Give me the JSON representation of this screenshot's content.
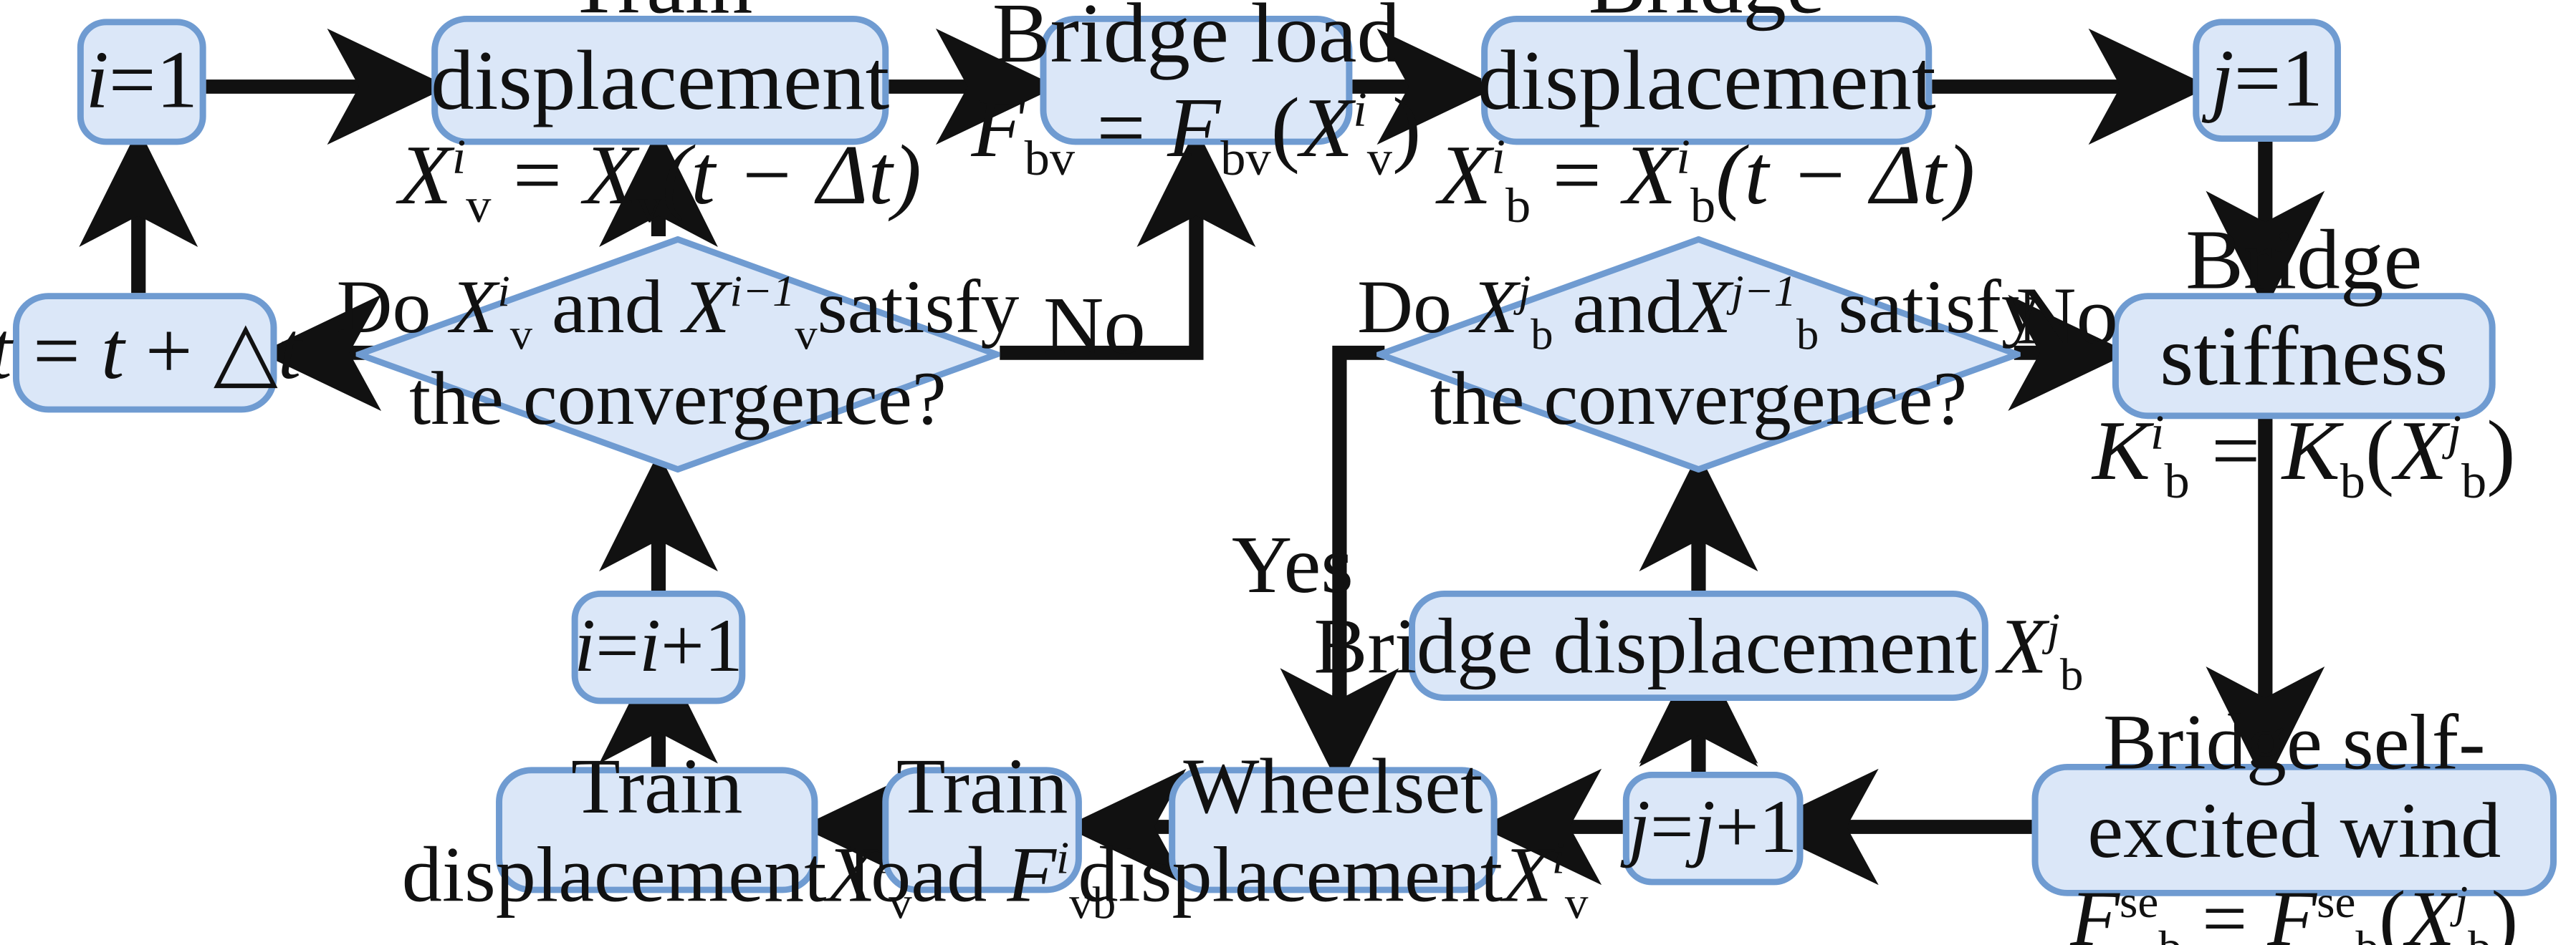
{
  "diagram": {
    "title": "Train-bridge-wind coupled iterative solution flowchart",
    "type": "flowchart",
    "colors": {
      "node_fill": "#dbe7f8",
      "node_stroke": "#6f9bd1",
      "arrow": "#111111",
      "background": "#ffffff"
    },
    "nodes": [
      {
        "id": "i_init",
        "shape": "rounded-rect",
        "label": "i=1"
      },
      {
        "id": "train_disp",
        "shape": "rounded-rect",
        "line1": "Train displacement",
        "line2": "Xᵥⁱ = Xᵥ(t − Δt)"
      },
      {
        "id": "bridge_load",
        "shape": "rounded-rect",
        "line1": "Bridge load",
        "line2": "Fʙᵥ = Fʙᵥ(Xᵥⁱ)"
      },
      {
        "id": "bridge_disp",
        "shape": "rounded-rect",
        "line1": "Bridge displacement",
        "line2": "Xʙⁱ = Xʙⁱ(t − Δt)"
      },
      {
        "id": "j_init",
        "shape": "rounded-rect",
        "label": "j=1"
      },
      {
        "id": "time_step",
        "shape": "rounded-rect",
        "label": "t = t + △t"
      },
      {
        "id": "train_conv",
        "shape": "diamond",
        "line1": "Do Xᵥⁱ and Xᵥⁱ⁻¹ satisfy",
        "line2": "the convergence?"
      },
      {
        "id": "bridge_conv",
        "shape": "diamond",
        "line1": "Do Xʙʲ and Xʙʲ⁻¹ satisfy",
        "line2": "the convergence?"
      },
      {
        "id": "bridge_stiff",
        "shape": "rounded-rect",
        "line1": "Bridge stiffness",
        "line2": "Kʙⁱ = Kʙ(Xʙʲ)"
      },
      {
        "id": "i_incr",
        "shape": "rounded-rect",
        "label": "i=i+1"
      },
      {
        "id": "bridge_disp_j",
        "shape": "rounded-rect",
        "label": "Bridge displacement Xʙʲ"
      },
      {
        "id": "train_disp_b",
        "shape": "rounded-rect",
        "line1": "Train",
        "line2": "displacementXᵥⁱ"
      },
      {
        "id": "train_load",
        "shape": "rounded-rect",
        "line1": "Train",
        "line2": "load Fᵥʙⁱ"
      },
      {
        "id": "wheelset",
        "shape": "rounded-rect",
        "line1": "Wheelset",
        "line2": "displacementXᵥⁱ"
      },
      {
        "id": "j_incr",
        "shape": "rounded-rect",
        "label": "j=j+1"
      },
      {
        "id": "bridge_wind",
        "shape": "rounded-rect",
        "line1": "Bridge self-excited wind",
        "line2": "Fʙˢᵉ = Fʙˢᵉ(Xʙʲ)"
      }
    ],
    "edge_labels": {
      "train_no": "No",
      "bridge_no": "No",
      "bridge_yes": "Yes"
    }
  },
  "text": {
    "i_init": {
      "var": "i",
      "eq": "=1"
    },
    "j_init": {
      "var": "j",
      "eq": "=1"
    },
    "i_incr": {
      "v1": "i",
      "eq1": "=",
      "v2": "i",
      "eq2": "+1"
    },
    "j_incr": {
      "v1": "j",
      "eq1": "=",
      "v2": "j",
      "eq2": "+1"
    },
    "time_step": {
      "t1": "t",
      "eq": " = ",
      "t2": "t",
      "plus": " + ",
      "tri": "△",
      "t3": "t"
    },
    "train_disp": {
      "title": "Train displacement",
      "lhs_X": "X",
      "lhs_sup": "i",
      "lhs_sub": "v",
      "eq": " = ",
      "rhs_X": "X",
      "rhs_sub": "v",
      "rhs_args": "(t − Δt)"
    },
    "bridge_load": {
      "title": "Bridge load",
      "lhs_F": "F",
      "lhs_sub": "bv",
      "eq": " = ",
      "rhs_F": "F",
      "rhs_sub": "bv",
      "open": "(",
      "arg_X": "X",
      "arg_sup": "i",
      "arg_sub": "v",
      "close": ")"
    },
    "bridge_disp": {
      "title": "Bridge displacement",
      "lhs_X": "X",
      "lhs_sup": "i",
      "lhs_sub": "b",
      "eq": " = ",
      "rhs_X": "X",
      "rhs_sup": "i",
      "rhs_sub": "b",
      "rhs_args": "(t − Δt)"
    },
    "train_conv": {
      "pre": "Do ",
      "X1": "X",
      "X1sup": "i",
      "X1sub": "v",
      "mid": " and ",
      "X2": "X",
      "X2sup": "i−1",
      "X2sub": "v",
      "post": "satisfy",
      "line2": "the convergence?"
    },
    "bridge_conv": {
      "pre": "Do ",
      "X1": "X",
      "X1sup": "j",
      "X1sub": "b",
      "mid": " and",
      "X2": "X",
      "X2sup": "j−1",
      "X2sub": "b",
      "post": " satisfy",
      "line2": "the convergence?"
    },
    "bridge_stiff": {
      "title": "Bridge stiffness",
      "lhs_K": "K",
      "lhs_sup": "i",
      "lhs_sub": "b",
      "eq": " = ",
      "rhs_K": "K",
      "rhs_sub": "b",
      "open": "(",
      "arg_X": "X",
      "arg_sup": "j",
      "arg_sub": "b",
      "close": ")"
    },
    "bridge_disp_j": {
      "title": "Bridge displacement ",
      "X": "X",
      "sup": "j",
      "sub": "b"
    },
    "train_disp_b": {
      "line1": "Train",
      "line2": "displacement",
      "X": "X",
      "sup": "i",
      "sub": "v"
    },
    "train_load": {
      "line1": "Train",
      "line2": "load ",
      "F": "F",
      "sup": "i",
      "sub": "vb"
    },
    "wheelset": {
      "line1": "Wheelset",
      "line2": "displacement",
      "X": "X",
      "sup": "i",
      "sub": "v"
    },
    "bridge_wind": {
      "title": "Bridge self-excited wind",
      "lhs_F": "F",
      "lhs_sup": "se",
      "lhs_sub": "b",
      "eq": " = ",
      "rhs_F": "F",
      "rhs_sup": "se",
      "rhs_sub": "b",
      "open": "(",
      "arg_X": "X",
      "arg_sup": "j",
      "arg_sub": "b",
      "close": ")"
    },
    "labels": {
      "no1": "No",
      "no2": "No",
      "yes": "Yes"
    }
  }
}
